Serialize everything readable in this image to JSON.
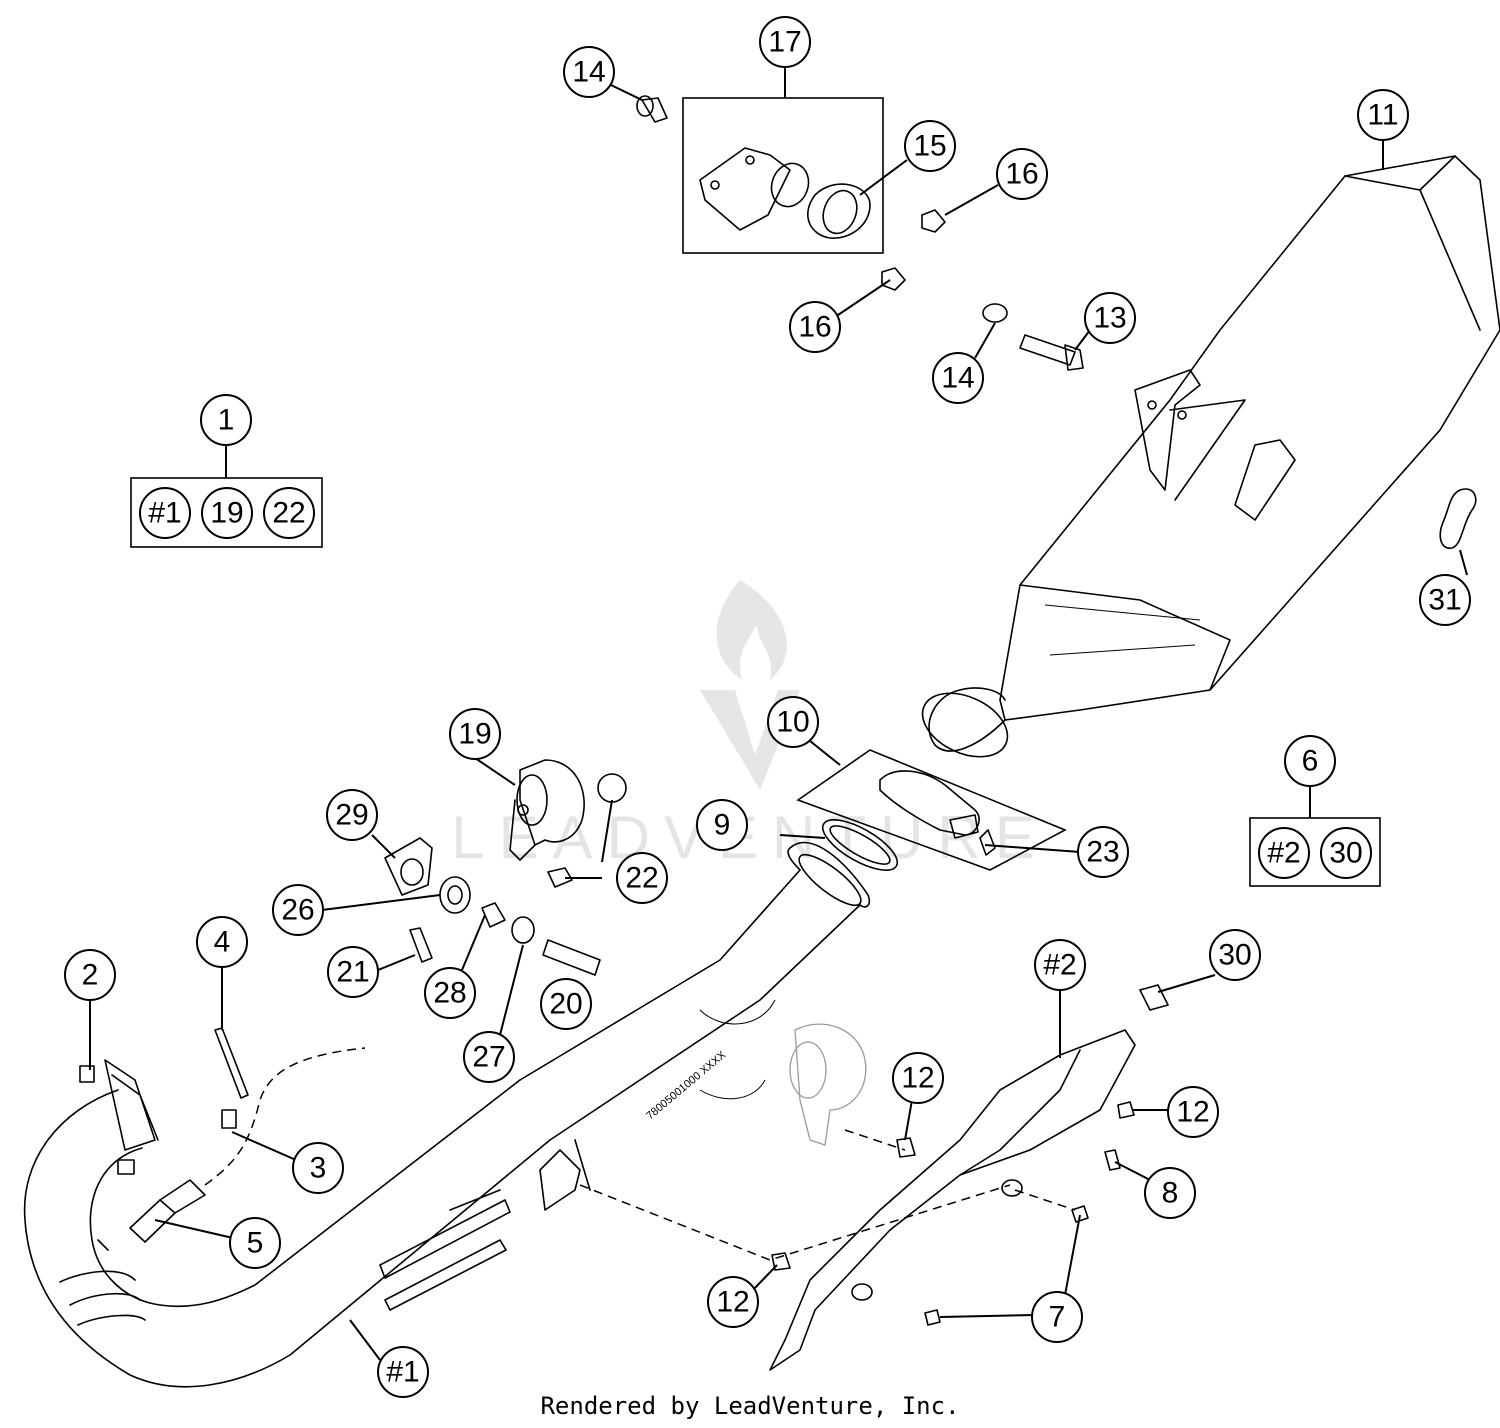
{
  "watermark": {
    "text": "LEADVENTURE"
  },
  "footer": {
    "credit": "Rendered by LeadVenture, Inc."
  },
  "muffler_marking": "78005001000 XXXX",
  "callouts": {
    "c1": "1",
    "c2": "2",
    "c3": "3",
    "c4": "4",
    "c5": "5",
    "c6": "6",
    "c7": "7",
    "c8": "8",
    "c9": "9",
    "c10": "10",
    "c11": "11",
    "c12a": "12",
    "c12b": "12",
    "c12c": "12",
    "c13": "13",
    "c14a": "14",
    "c14b": "14",
    "c15": "15",
    "c16a": "16",
    "c16b": "16",
    "c17": "17",
    "c19": "19",
    "c20": "20",
    "c21": "21",
    "c22": "22",
    "c23": "23",
    "c26": "26",
    "c27": "27",
    "c28": "28",
    "c29": "29",
    "c30": "30",
    "c31": "31",
    "h1": "#1",
    "h2": "#2"
  },
  "kits": {
    "kit1": {
      "items": [
        "#1",
        "19",
        "22"
      ]
    },
    "kit6": {
      "items": [
        "#2",
        "30"
      ]
    }
  }
}
